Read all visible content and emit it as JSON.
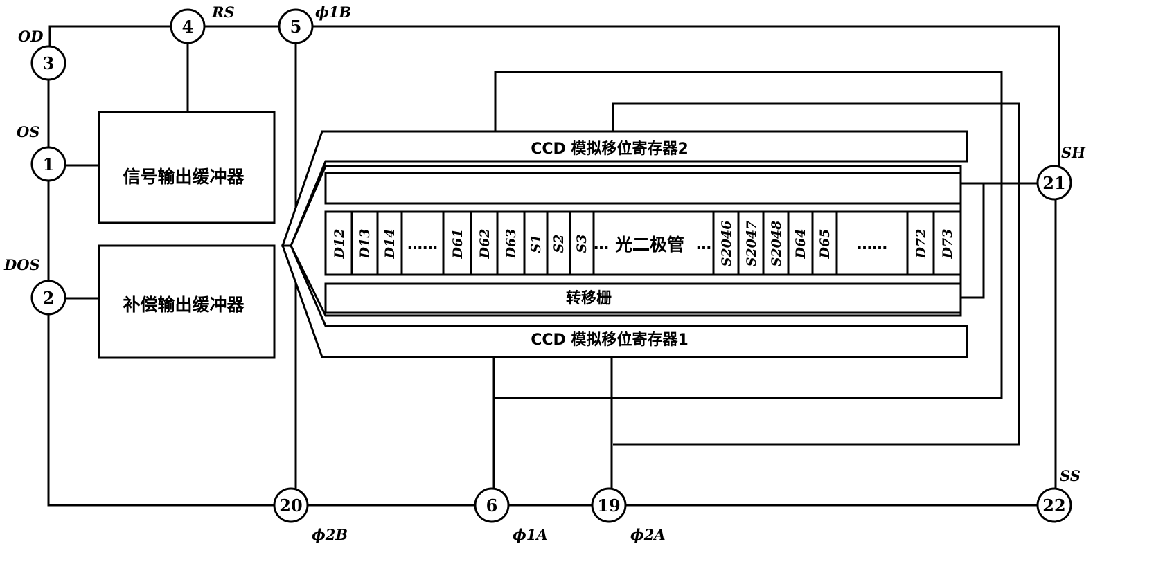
{
  "pins": [
    {
      "num": "1",
      "label": "OS"
    },
    {
      "num": "2",
      "label": "DOS"
    },
    {
      "num": "3",
      "label": "OD"
    },
    {
      "num": "4",
      "label": "RS"
    },
    {
      "num": "5",
      "label": "ϕ1B"
    },
    {
      "num": "20",
      "label": "ϕ2B"
    },
    {
      "num": "6",
      "label": "ϕ1A"
    },
    {
      "num": "19",
      "label": "ϕ2A"
    },
    {
      "num": "21",
      "label": "SH"
    },
    {
      "num": "22",
      "label": "SS"
    }
  ],
  "blocks": {
    "signal_buffer": "信号输出缓冲器",
    "compensation_buffer": "补偿输出缓冲器",
    "ccd_register_2": "CCD 模拟移位寄存器2",
    "ccd_register_1": "CCD 模拟移位寄存器1",
    "transfer_gate": "转移栅",
    "photodiode_label": "光二极管"
  },
  "cells": {
    "left": [
      "D12",
      "D13",
      "D14"
    ],
    "left_ellipsis": "……",
    "mid_dark": [
      "D61",
      "D62",
      "D63"
    ],
    "signal_start": [
      "S1",
      "S2",
      "S3"
    ],
    "center_left_dots": "…",
    "center_right_dots": "…",
    "signal_end": [
      "S2046",
      "S2047",
      "S2048"
    ],
    "mid_dark_right": [
      "D64",
      "D65"
    ],
    "right_ellipsis": "……",
    "right": [
      "D72",
      "D73"
    ]
  }
}
